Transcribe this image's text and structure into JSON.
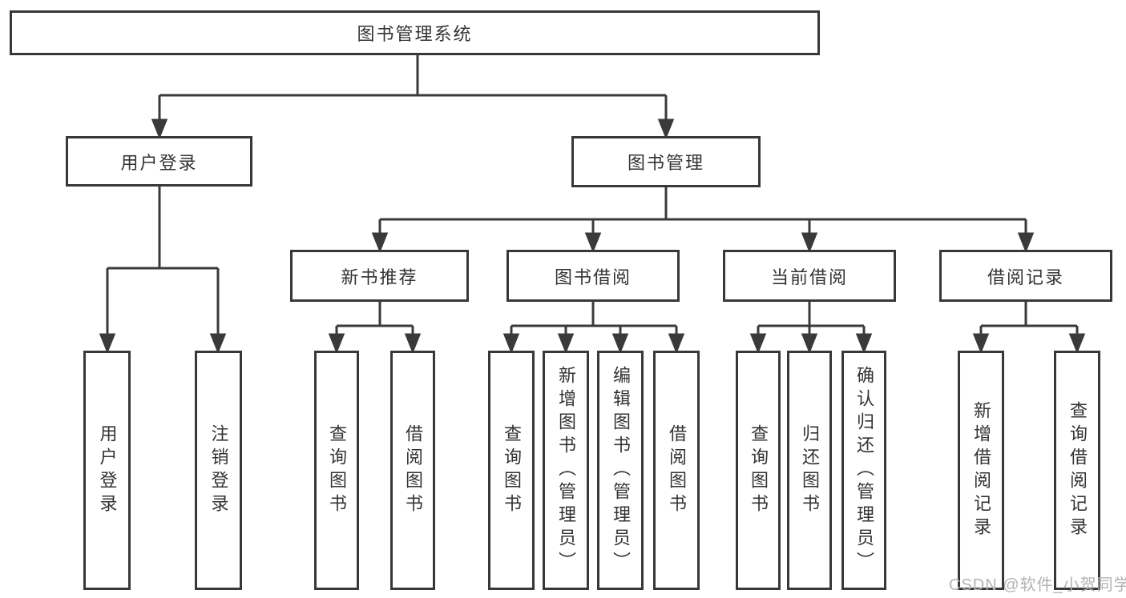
{
  "tree": {
    "root": {
      "label": "图书管理系统"
    },
    "level2": [
      {
        "label": "用户登录",
        "children": [
          {
            "label": "用户登录"
          },
          {
            "label": "注销登录"
          }
        ]
      },
      {
        "label": "图书管理",
        "children": [
          {
            "label": "新书推荐",
            "children": [
              {
                "label": "查询图书"
              },
              {
                "label": "借阅图书"
              }
            ]
          },
          {
            "label": "图书借阅",
            "children": [
              {
                "label": "查询图书"
              },
              {
                "label": "新增图书（管理员）"
              },
              {
                "label": "编辑图书（管理员）"
              },
              {
                "label": "借阅图书"
              }
            ]
          },
          {
            "label": "当前借阅",
            "children": [
              {
                "label": "查询图书"
              },
              {
                "label": "归还图书"
              },
              {
                "label": "确认归还（管理员）"
              }
            ]
          },
          {
            "label": "借阅记录",
            "children": [
              {
                "label": "新增借阅记录"
              },
              {
                "label": "查询借阅记录"
              }
            ]
          }
        ]
      }
    ]
  },
  "watermark": {
    "text": "CSDN @软件_小贺同学"
  },
  "colors": {
    "line": "#3a3a3a",
    "border": "#383838",
    "text": "#333333",
    "box_fill": "#ffffff",
    "watermark": "#b3b3b3",
    "background": "#ffffff"
  }
}
